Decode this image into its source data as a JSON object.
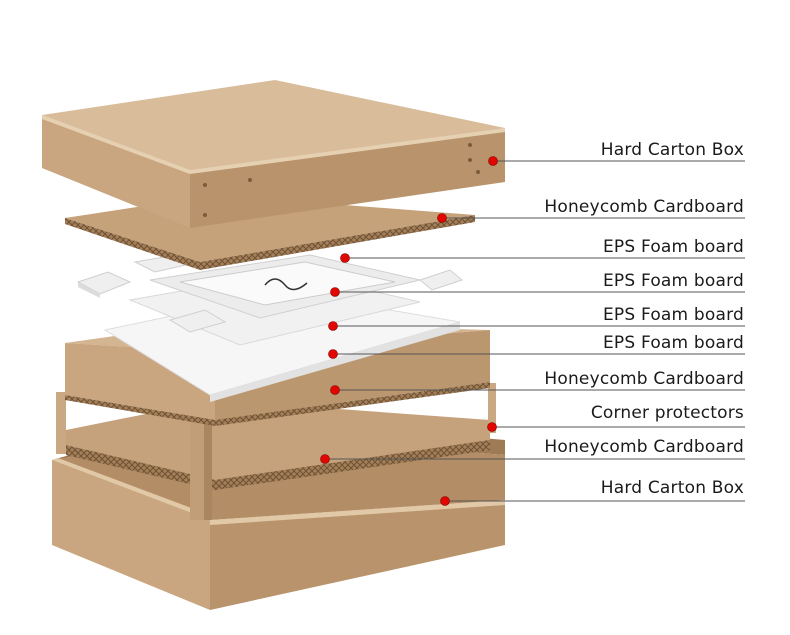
{
  "diagram": {
    "layers": [
      {
        "id": "top-box",
        "label": "Hard Carton Box"
      },
      {
        "id": "top-honeycomb",
        "label": "Honeycomb Cardboard"
      },
      {
        "id": "eps-1",
        "label": "EPS Foam board"
      },
      {
        "id": "eps-2",
        "label": "EPS Foam board"
      },
      {
        "id": "eps-3",
        "label": "EPS Foam board"
      },
      {
        "id": "eps-4",
        "label": "EPS Foam board"
      },
      {
        "id": "mid-honeycomb",
        "label": "Honeycomb Cardboard"
      },
      {
        "id": "corners",
        "label": "Corner protectors"
      },
      {
        "id": "bottom-honeycomb",
        "label": "Honeycomb Cardboard"
      },
      {
        "id": "bottom-box",
        "label": "Hard Carton Box"
      }
    ],
    "colors": {
      "cardboard_top": "#d9bd9b",
      "cardboard_front": "#c9a67f",
      "cardboard_side": "#b8936b",
      "honeycomb": "#a57f58",
      "foam": "#f3f3f3",
      "marker": "#e10600",
      "leader_line": "#555555"
    }
  }
}
